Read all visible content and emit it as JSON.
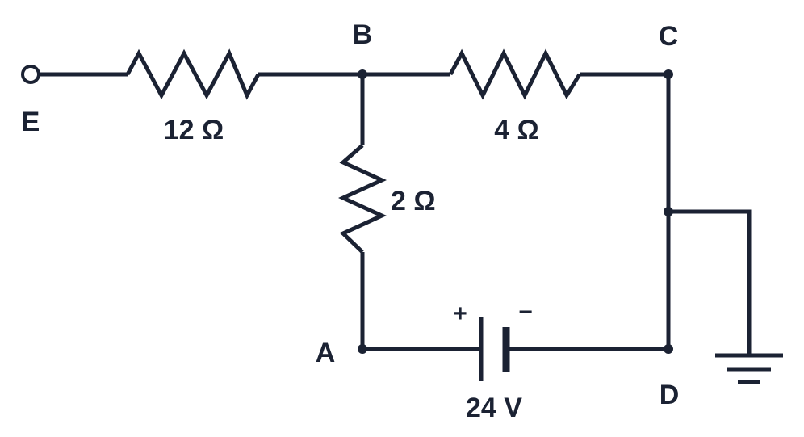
{
  "colors": {
    "ink": "#1b2233",
    "background": "#ffffff"
  },
  "nodes": {
    "a": "A",
    "b": "B",
    "c": "C",
    "d": "D",
    "e": "E"
  },
  "components": {
    "r_eb": {
      "value": "12 Ω"
    },
    "r_bc": {
      "value": "4 Ω"
    },
    "r_ba": {
      "value": "2 Ω"
    },
    "battery": {
      "value": "24 V",
      "plus": "+",
      "minus": "−"
    }
  },
  "icons": {
    "ground": "ground-icon",
    "terminal": "open-terminal-icon"
  }
}
